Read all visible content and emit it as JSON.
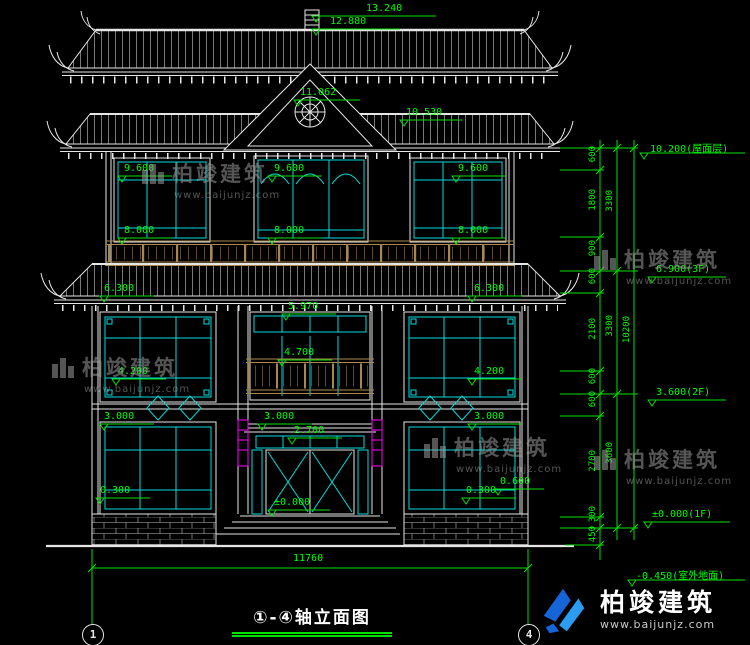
{
  "drawing_title": "①-④轴立面图",
  "axis_bubbles": {
    "start": "1",
    "end": "4"
  },
  "colors": {
    "background": "#000000",
    "lines": "#e6e6e6",
    "dimensions": "#00ff00",
    "window_detail": "#00dcdc",
    "railing": "#a8884f",
    "door_tag": "#ff00ff",
    "watermark": "#9c9c9c",
    "logo_blue": "#2b9cf2"
  },
  "levels": {
    "v13240": "13.240",
    "v12880": "12.880",
    "v11062": "11.062",
    "v10530": "10.530",
    "l9600": "9.600",
    "c9600": "9.600",
    "r9600": "9.600",
    "l8000": "8.000",
    "c8000": "8.000",
    "r8000": "8.000",
    "l6300": "6.300",
    "r6300": "6.300",
    "v5970": "5.970",
    "v4700": "4.700",
    "l4200": "4.200",
    "r4200": "4.200",
    "l3000": "3.000",
    "c3000": "3.000",
    "r3000": "3.000",
    "v2700": "2.700",
    "zero": "±0.000",
    "l0300": "0.300",
    "r0300": "0.300",
    "r0600": "0.600"
  },
  "chain": {
    "inner": [
      "600",
      "1800",
      "900",
      "600",
      "2100",
      "600",
      "600",
      "2700",
      "300",
      "450"
    ],
    "outer": [
      "3300",
      "3300",
      "3600"
    ],
    "total": "10200",
    "floors": [
      "10.200(屋面层)",
      "6.900(3F)",
      "3.600(2F)",
      "±0.000(1F)",
      "-0.450(室外地面)"
    ]
  },
  "overall_width": "11760",
  "watermark": {
    "brand": "柏竣建筑",
    "url": "www.baijunjz.com"
  },
  "logo": {
    "brand": "柏竣建筑",
    "url": "www.baijunjz.com"
  }
}
